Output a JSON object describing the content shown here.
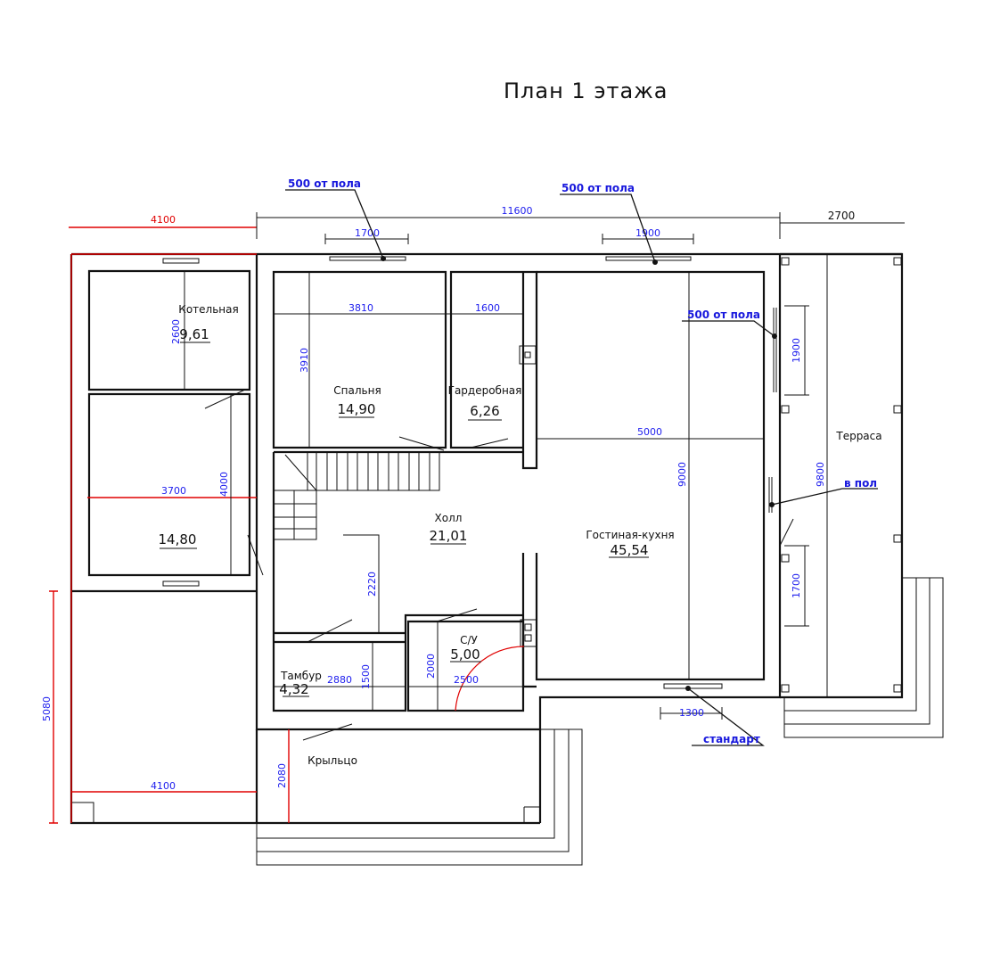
{
  "title": "План 1 этажа",
  "rooms": [
    {
      "name": "Котельная",
      "area": "9,61"
    },
    {
      "name": "",
      "area": "14,80"
    },
    {
      "name": "Спальня",
      "area": "14,90"
    },
    {
      "name": "Гардеробная",
      "area": "6,26"
    },
    {
      "name": "Холл",
      "area": "21,01"
    },
    {
      "name": "Гостиная-кухня",
      "area": "45,54"
    },
    {
      "name": "Тамбур",
      "area": "4,32"
    },
    {
      "name": "С/У",
      "area": "5,00"
    },
    {
      "name": "Терраса"
    },
    {
      "name": "Крыльцо"
    }
  ],
  "dimensions": {
    "top_left": "4100",
    "top_main": "11600",
    "top_terrace": "2700",
    "win_bedroom": "1700",
    "win_living": "1900",
    "kotel_h": "2600",
    "bed_w": "3810",
    "bed_h": "3910",
    "ward_w": "1600",
    "room_w": "3700",
    "room_h": "4000",
    "living_w": "5000",
    "living_h": "9000",
    "terrace_h": "9800",
    "win_side": "1900",
    "win_side2": "1700",
    "hall_h": "2220",
    "tambur_w": "2880",
    "tambur_h": "1500",
    "su_h": "2000",
    "su_w": "2500",
    "door_living": "1300",
    "left_h": "5080",
    "bottom_left": "4100",
    "porch_h": "2080"
  },
  "notes": {
    "n1": "500 от пола",
    "n2": "500 от пола",
    "n3": "500 от пола",
    "n4": "в пол",
    "n5": "стандарт"
  },
  "colors": {
    "walls": "#111111",
    "dims": "#2020ee",
    "red_dims": "#e00000"
  }
}
